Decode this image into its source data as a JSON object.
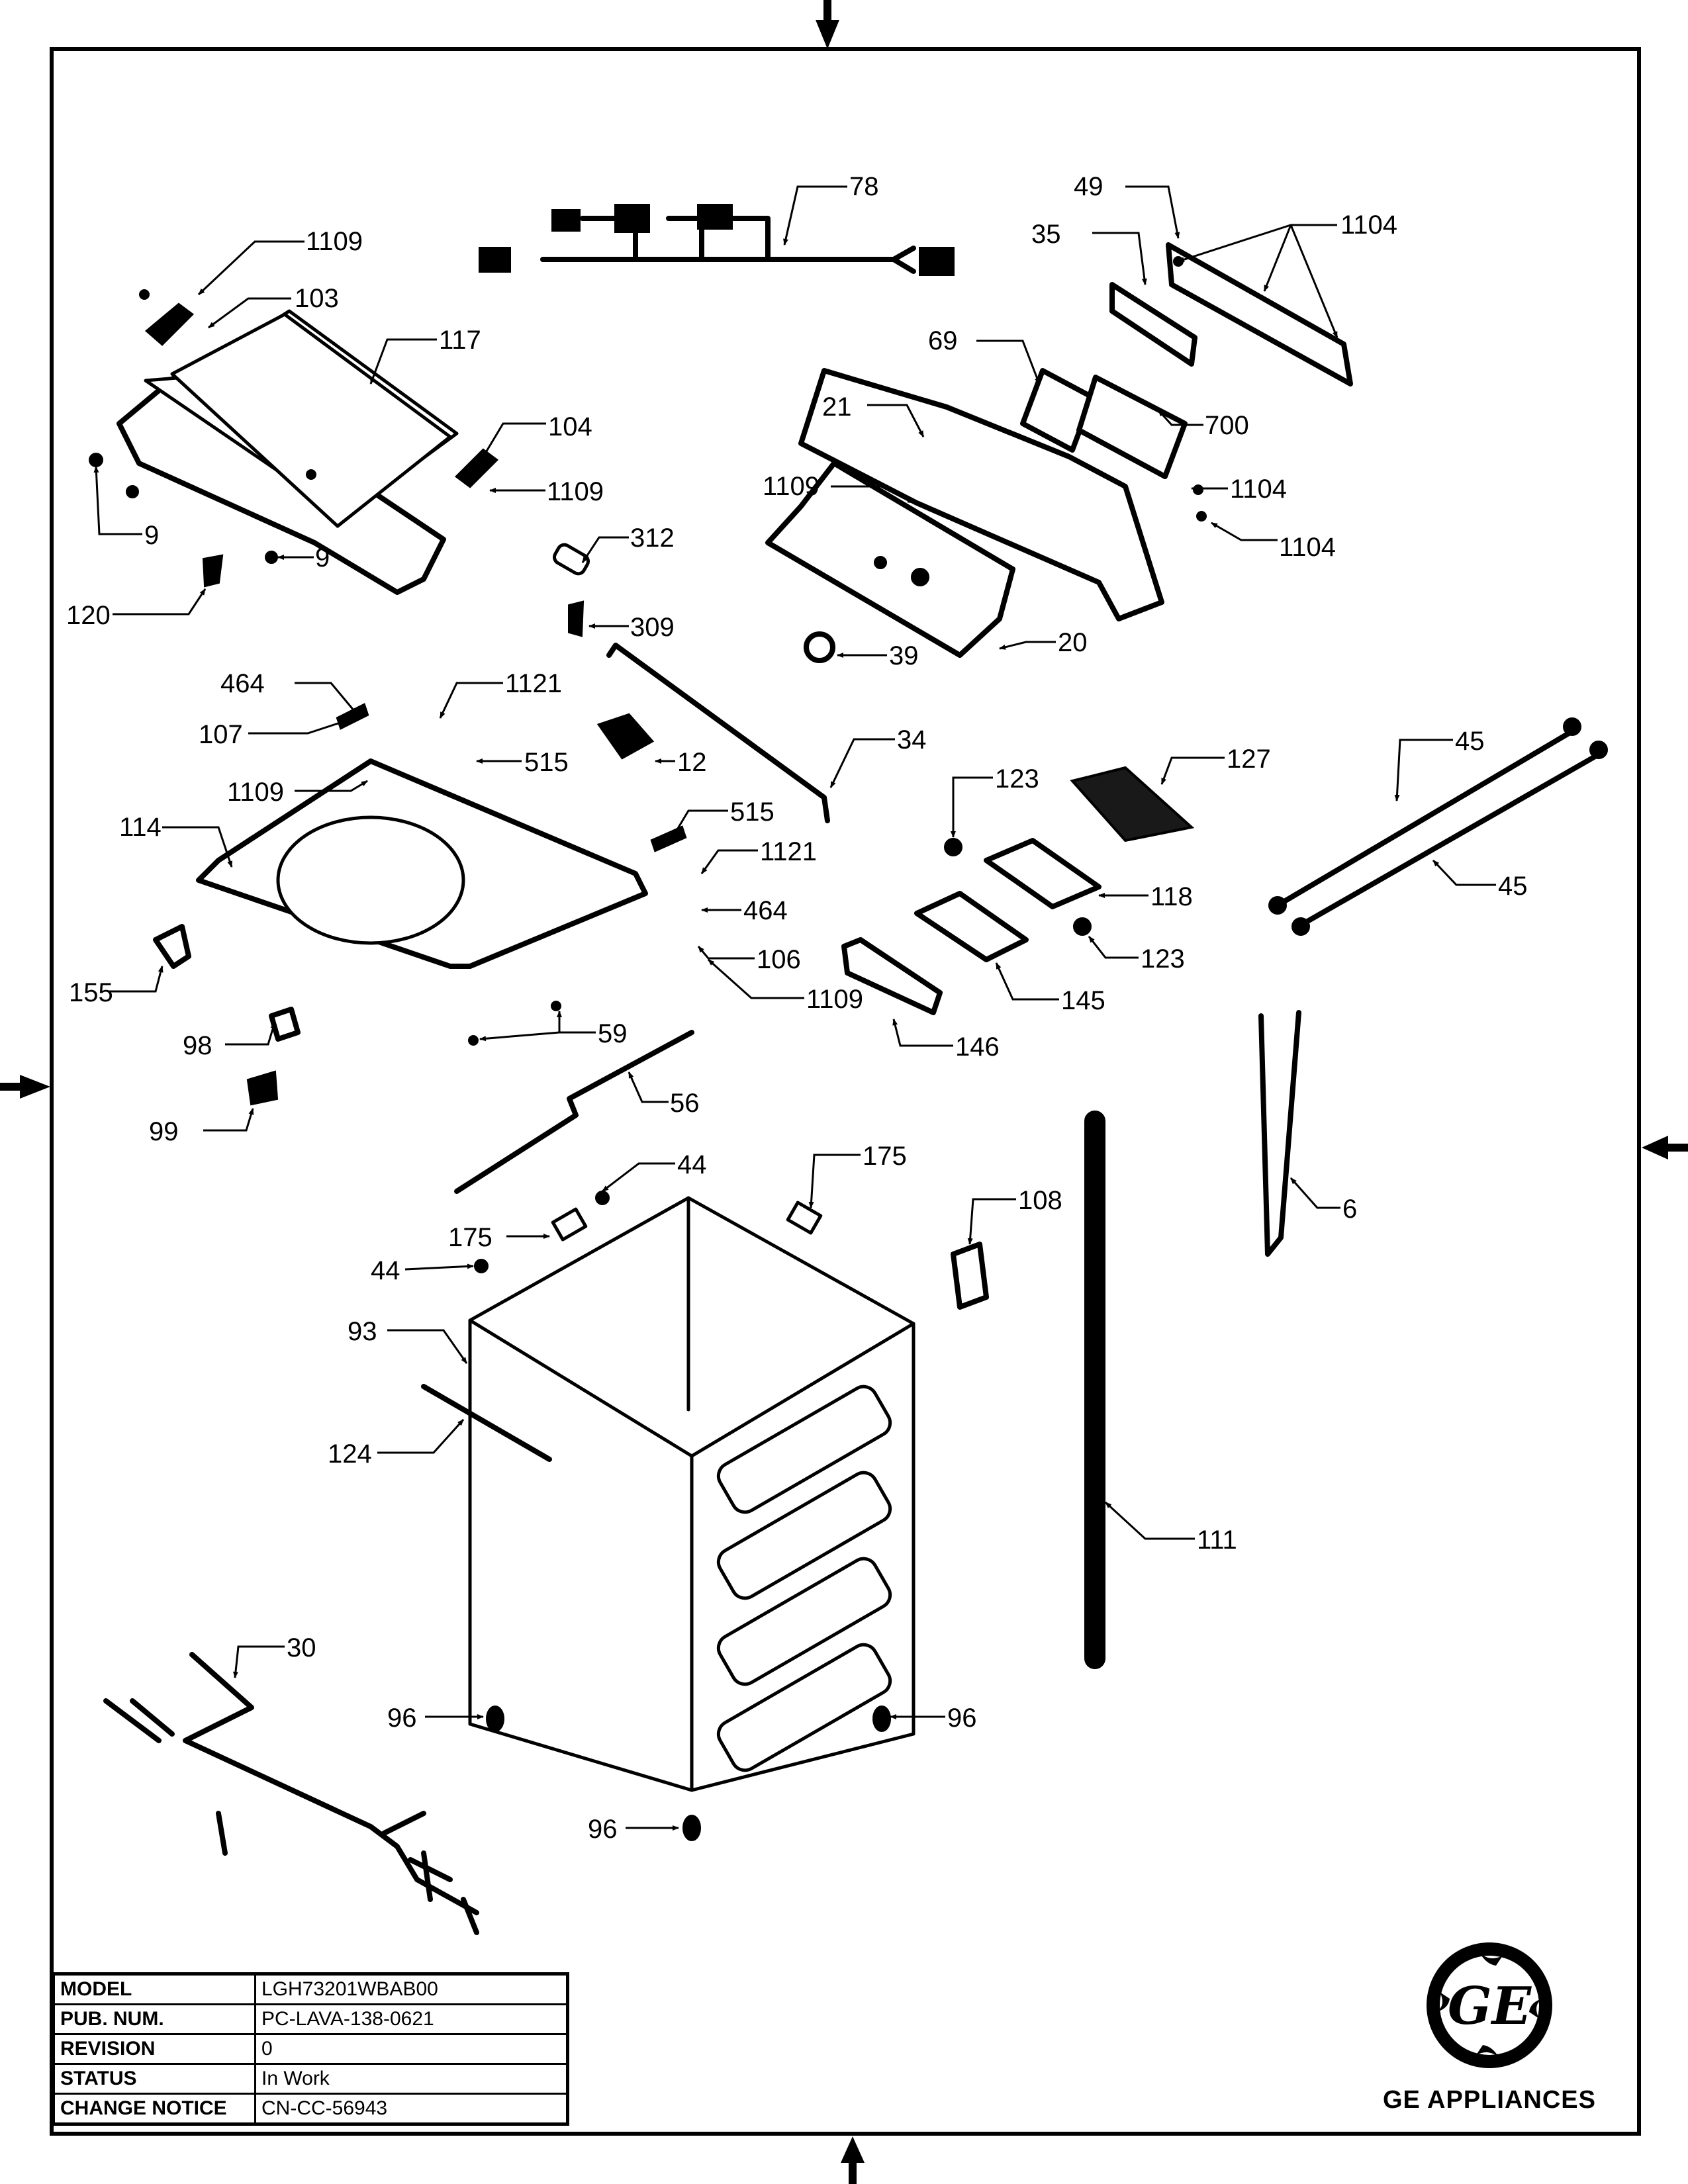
{
  "document": {
    "type": "exploded parts diagram",
    "brand": "GE APPLIANCES"
  },
  "title_block": [
    {
      "key": "MODEL",
      "value": "LGH73201WBAB00"
    },
    {
      "key": "PUB. NUM.",
      "value": "PC-LAVA-138-0621"
    },
    {
      "key": "REVISION",
      "value": "0"
    },
    {
      "key": "STATUS",
      "value": "In Work"
    },
    {
      "key": "CHANGE NOTICE",
      "value": "CN-CC-56943"
    }
  ],
  "callouts": [
    {
      "id": "c1109a",
      "label": "1109"
    },
    {
      "id": "c103",
      "label": "103"
    },
    {
      "id": "c117",
      "label": "117"
    },
    {
      "id": "c104",
      "label": "104"
    },
    {
      "id": "c1109b",
      "label": "1109"
    },
    {
      "id": "c9a",
      "label": "9"
    },
    {
      "id": "c9b",
      "label": "9"
    },
    {
      "id": "c120",
      "label": "120"
    },
    {
      "id": "c78",
      "label": "78"
    },
    {
      "id": "c49",
      "label": "49"
    },
    {
      "id": "c1104a",
      "label": "1104"
    },
    {
      "id": "c35",
      "label": "35"
    },
    {
      "id": "c69",
      "label": "69"
    },
    {
      "id": "c700",
      "label": "700"
    },
    {
      "id": "c21",
      "label": "21"
    },
    {
      "id": "c1109c",
      "label": "1109"
    },
    {
      "id": "c1104b",
      "label": "1104"
    },
    {
      "id": "c1104c",
      "label": "1104"
    },
    {
      "id": "c20",
      "label": "20"
    },
    {
      "id": "c39",
      "label": "39"
    },
    {
      "id": "c312",
      "label": "312"
    },
    {
      "id": "c309",
      "label": "309"
    },
    {
      "id": "c34",
      "label": "34"
    },
    {
      "id": "c464a",
      "label": "464"
    },
    {
      "id": "c107",
      "label": "107"
    },
    {
      "id": "c1109d",
      "label": "1109"
    },
    {
      "id": "c1121a",
      "label": "1121"
    },
    {
      "id": "c515a",
      "label": "515"
    },
    {
      "id": "c12",
      "label": "12"
    },
    {
      "id": "c114",
      "label": "114"
    },
    {
      "id": "c515b",
      "label": "515"
    },
    {
      "id": "c1121b",
      "label": "1121"
    },
    {
      "id": "c464b",
      "label": "464"
    },
    {
      "id": "c106",
      "label": "106"
    },
    {
      "id": "c1109e",
      "label": "1109"
    },
    {
      "id": "c155",
      "label": "155"
    },
    {
      "id": "c98",
      "label": "98"
    },
    {
      "id": "c99",
      "label": "99"
    },
    {
      "id": "c59",
      "label": "59"
    },
    {
      "id": "c56",
      "label": "56"
    },
    {
      "id": "c123a",
      "label": "123"
    },
    {
      "id": "c127",
      "label": "127"
    },
    {
      "id": "c118",
      "label": "118"
    },
    {
      "id": "c123b",
      "label": "123"
    },
    {
      "id": "c145",
      "label": "145"
    },
    {
      "id": "c146",
      "label": "146"
    },
    {
      "id": "c45a",
      "label": "45"
    },
    {
      "id": "c45b",
      "label": "45"
    },
    {
      "id": "c44a",
      "label": "44"
    },
    {
      "id": "c175a",
      "label": "175"
    },
    {
      "id": "c175b",
      "label": "175"
    },
    {
      "id": "c44b",
      "label": "44"
    },
    {
      "id": "c108",
      "label": "108"
    },
    {
      "id": "c6",
      "label": "6"
    },
    {
      "id": "c93",
      "label": "93"
    },
    {
      "id": "c124",
      "label": "124"
    },
    {
      "id": "c111",
      "label": "111"
    },
    {
      "id": "c30",
      "label": "30"
    },
    {
      "id": "c96a",
      "label": "96"
    },
    {
      "id": "c96b",
      "label": "96"
    },
    {
      "id": "c96c",
      "label": "96"
    }
  ]
}
